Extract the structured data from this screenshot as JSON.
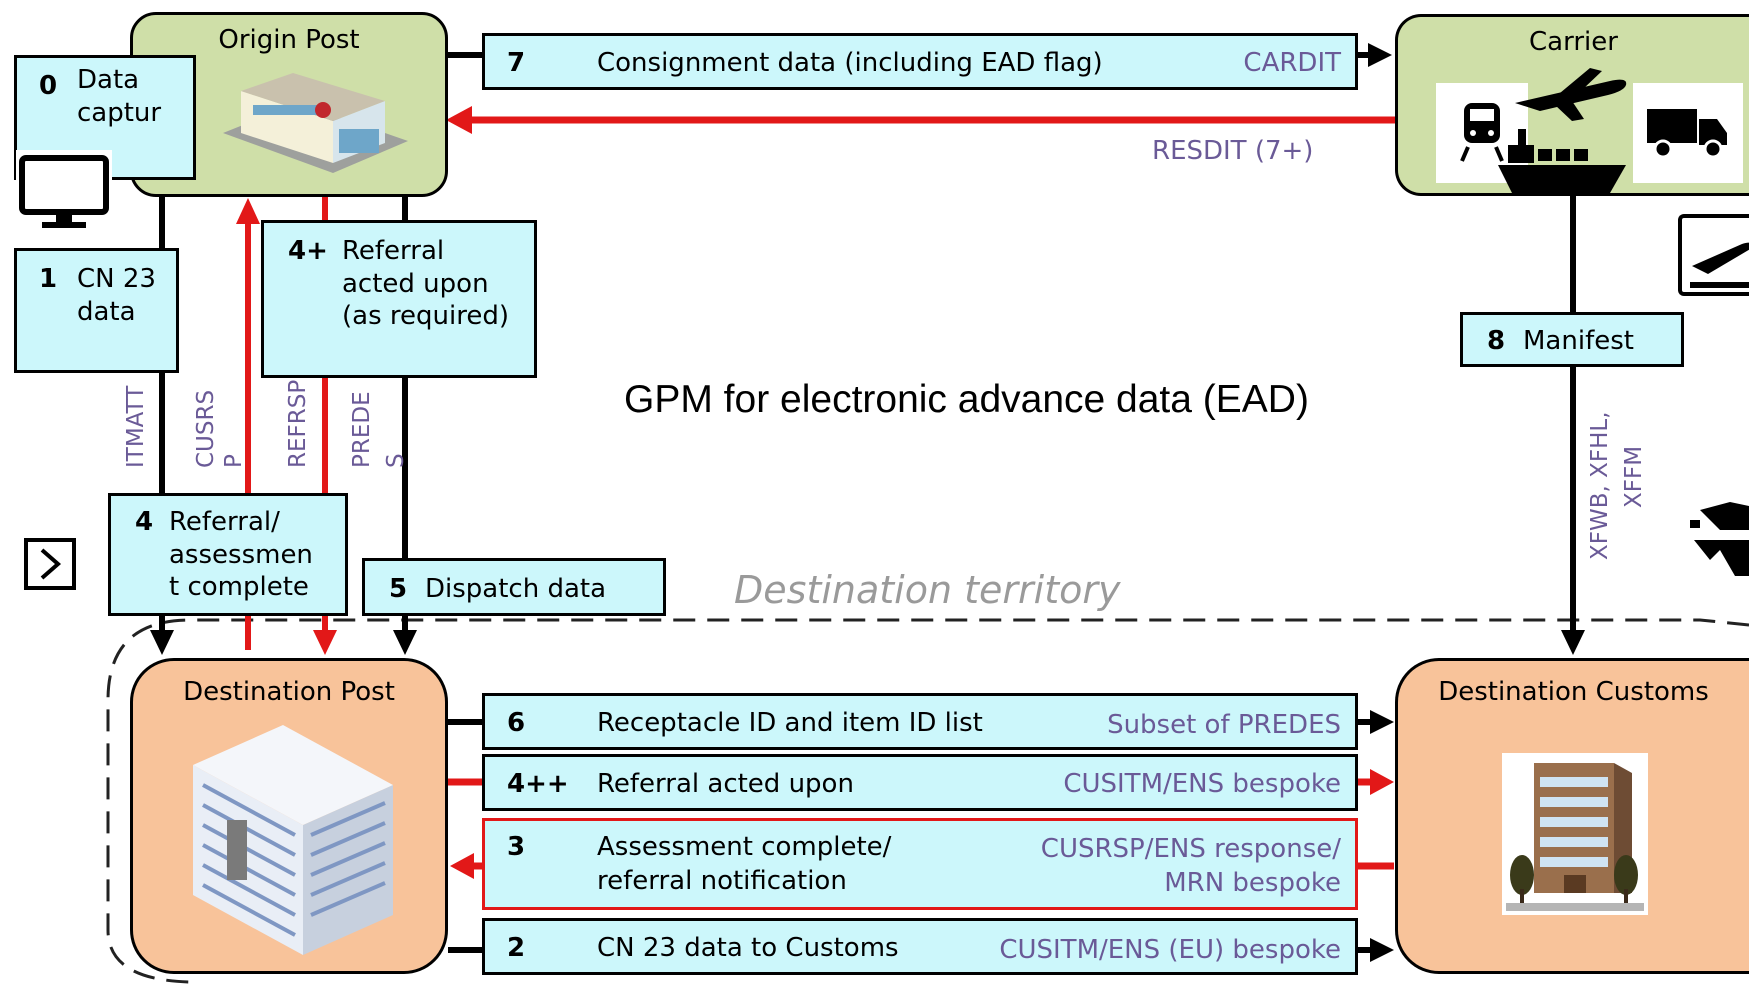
{
  "title": "GPM for electronic advance data (EAD)",
  "region_label": "Destination territory",
  "nodes": {
    "origin_post": "Origin Post",
    "carrier": "Carrier",
    "destination_post": "Destination Post",
    "destination_customs": "Destination Customs"
  },
  "steps": {
    "s0": {
      "num": "0",
      "label": "Data captur"
    },
    "s1": {
      "num": "1",
      "label": "CN 23 data"
    },
    "s4plus": {
      "num": "4+",
      "label": "Referral acted upon (as required)"
    },
    "s4": {
      "num": "4",
      "label": "Referral/ assessmen t complete"
    },
    "s5": {
      "num": "5",
      "label": "Dispatch data"
    },
    "s7": {
      "num": "7",
      "label": "Consignment data (including EAD flag)",
      "code": "CARDIT"
    },
    "s7plus": {
      "code": "RESDIT (7+)"
    },
    "s8": {
      "num": "8",
      "label": "Manifest"
    },
    "s6": {
      "num": "6",
      "label": "Receptacle ID and item ID list",
      "code": "Subset of PREDES"
    },
    "s4plusplus": {
      "num": "4++",
      "label": "Referral acted upon",
      "code": "CUSITM/ENS bespoke"
    },
    "s3": {
      "num": "3",
      "label_1": "Assessment complete/",
      "label_2": "referral notification",
      "code_1": "CUSRSP/ENS response/",
      "code_2": "MRN bespoke"
    },
    "s2": {
      "num": "2",
      "label": "CN 23 data to Customs",
      "code": "CUSITM/ENS (EU) bespoke"
    }
  },
  "vertical_codes": {
    "itmatt": "ITMATT",
    "cusrsp_1": "CUSRS",
    "cusrsp_2": "P",
    "refrsp": "REFRSP",
    "predes_1": "PREDE",
    "predes_2": "S",
    "xfwb_1": "XFWB, XFHL,",
    "xfwb_2": "XFFM"
  },
  "colors": {
    "flow_black": "#000000",
    "flow_red": "#e21818",
    "code_text": "#6a5a97",
    "box_fill": "#ccf7fb",
    "origin_fill": "#cfdfa8",
    "destination_fill": "#f8c39a"
  },
  "icons": [
    "computer-icon",
    "post-office-icon",
    "train-icon",
    "airplane-icon",
    "ship-icon",
    "truck-icon",
    "departure-icon",
    "office-building-icon",
    "customs-building-icon",
    "chevron-right-icon",
    "officer-icon"
  ]
}
